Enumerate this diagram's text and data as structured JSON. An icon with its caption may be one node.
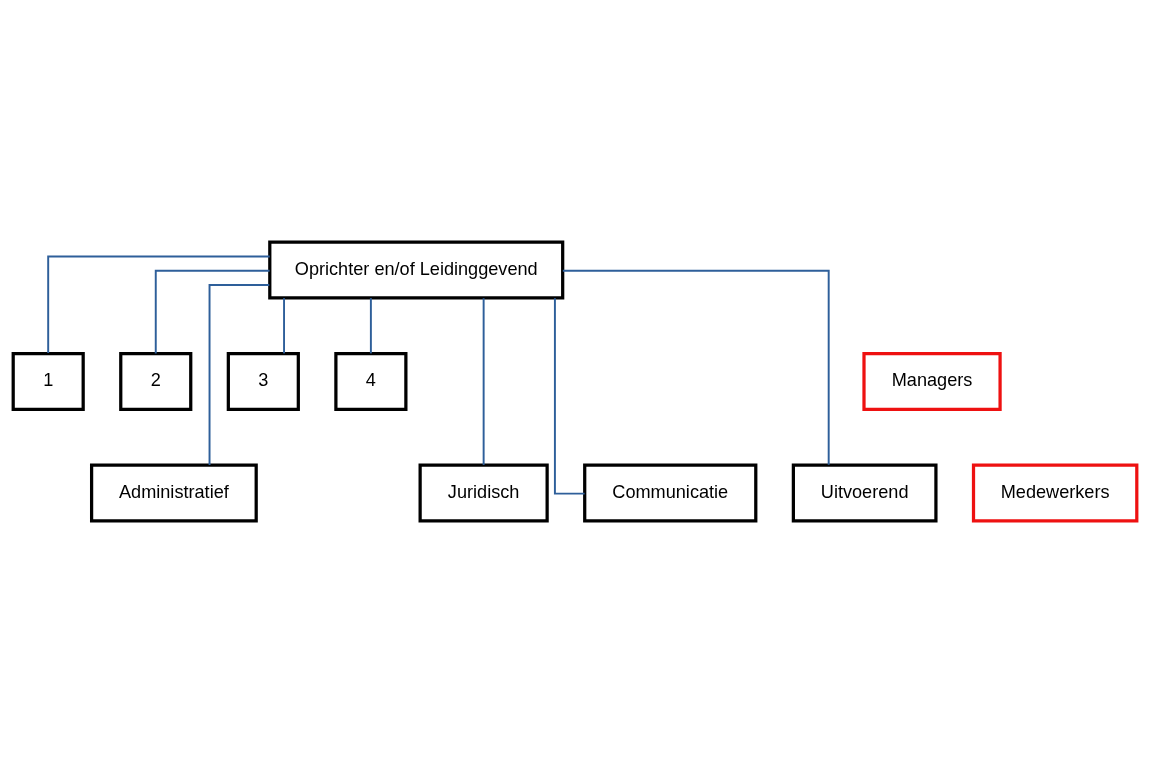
{
  "diagram": {
    "nodes": [
      {
        "text": [
          "Oprichter en/of Leidinggevend"
        ]
      },
      {
        "text": [
          "1"
        ]
      },
      {
        "text": [
          "2"
        ]
      },
      {
        "text": [
          "3"
        ]
      },
      {
        "text": [
          "4"
        ]
      },
      {
        "text": [
          "Administratief"
        ]
      },
      {
        "text": [
          "Juridisch"
        ]
      },
      {
        "text": [
          "Communicatie"
        ]
      },
      {
        "text": [
          "Uitvoerend"
        ]
      },
      {
        "text": [
          "Managers"
        ]
      },
      {
        "text": [
          "Medewerkers"
        ]
      }
    ],
    "edges": [
      {
        "from": 0,
        "to": 1,
        "arrow": "none"
      },
      {
        "from": 0,
        "to": 2,
        "arrow": "none"
      },
      {
        "from": 0,
        "to": 3,
        "arrow": "none"
      },
      {
        "from": 0,
        "to": 4,
        "arrow": "none"
      },
      {
        "from": 0,
        "to": 5,
        "arrow": "none"
      },
      {
        "from": 0,
        "to": 6,
        "arrow": "none"
      },
      {
        "from": 0,
        "to": 7,
        "arrow": "none"
      },
      {
        "from": 0,
        "to": 8,
        "arrow": "none"
      }
    ]
  }
}
